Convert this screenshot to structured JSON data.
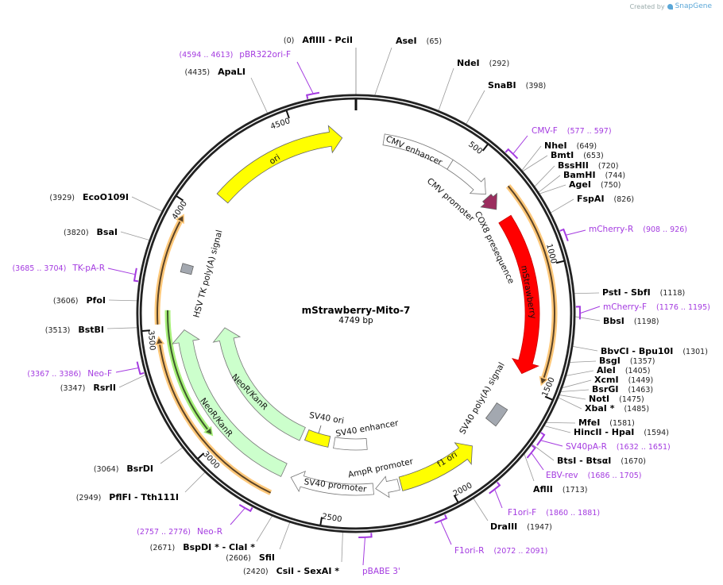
{
  "plasmid": {
    "name": "mStrawberry-Mito-7",
    "length_label": "4749 bp",
    "length": 4749
  },
  "watermark": {
    "prefix": "Created by",
    "brand": "SnapGene",
    "icon": "snapgene-logo-icon"
  },
  "ticks": [
    {
      "pos": 500,
      "label": "500"
    },
    {
      "pos": 1000,
      "label": "1000"
    },
    {
      "pos": 1500,
      "label": "1500"
    },
    {
      "pos": 2000,
      "label": "2000"
    },
    {
      "pos": 2500,
      "label": "2500"
    },
    {
      "pos": 3000,
      "label": "3000"
    },
    {
      "pos": 3500,
      "label": "3500"
    },
    {
      "pos": 4000,
      "label": "4000"
    },
    {
      "pos": 4500,
      "label": "4500"
    }
  ],
  "features": [
    {
      "name": "CMV enhancer",
      "start": 120,
      "end": 426,
      "direction": "none",
      "color": "#ffffff"
    },
    {
      "name": "CMV promoter",
      "start": 426,
      "end": 625,
      "direction": "forward",
      "color": "#ffffff"
    },
    {
      "name": "COX8 presequence",
      "start": 640,
      "end": 705,
      "direction": "forward",
      "color": "#9b2d5e"
    },
    {
      "name": "mStrawberry",
      "start": 760,
      "end": 1450,
      "direction": "forward",
      "color": "#ff0000"
    },
    {
      "name": "SV40 poly(A) signal",
      "start": 1615,
      "end": 1700,
      "direction": "none",
      "color": "#a3a8b0"
    },
    {
      "name": "f1 ori",
      "start": 1830,
      "end": 2180,
      "direction": "reverse",
      "color": "#ffff00"
    },
    {
      "name": "AmpR promoter",
      "start": 2190,
      "end": 2290,
      "direction": "forward",
      "color": "#ffffff"
    },
    {
      "name": "SV40 promoter",
      "start": 2300,
      "end": 2660,
      "direction": "forward",
      "color": "#ffffff"
    },
    {
      "name": "SV40 enhancer",
      "start": 2312,
      "end": 2500,
      "direction": "none",
      "color": "#ffffff"
    },
    {
      "name": "SV40 ori",
      "start": 2530,
      "end": 2665,
      "direction": "none",
      "color": "#ffff00"
    },
    {
      "name": "NeoR/KanR",
      "start": 2700,
      "end": 3490,
      "direction": "forward",
      "color": "#ccffcc"
    },
    {
      "name": "NeoR/KanR",
      "start": 2690,
      "end": 3480,
      "direction": "forward",
      "color": "#ccffcc"
    },
    {
      "name": "HSV TK poly(A) signal",
      "start": 3738,
      "end": 3775,
      "direction": "none",
      "color": "#a3a8b0"
    },
    {
      "name": "ori",
      "start": 4100,
      "end": 4690,
      "direction": "forward",
      "color": "#ffff00"
    }
  ],
  "orfs": [
    {
      "start": 660,
      "end": 1465,
      "direction": "forward",
      "color": "#ffc87a"
    },
    {
      "start": 2710,
      "end": 3472,
      "direction": "forward",
      "color": "#ffc87a"
    },
    {
      "start": 3520,
      "end": 3955,
      "direction": "forward",
      "color": "#ffc87a"
    },
    {
      "start": 3030,
      "end": 3575,
      "direction": "reverse",
      "color": "#a8f07a"
    }
  ],
  "sites": [
    {
      "label": "AflIII  - PciI",
      "pos": 0,
      "pos_label": "(0)"
    },
    {
      "label": "AseI",
      "pos": 65,
      "pos_label": "(65)"
    },
    {
      "label": "NdeI",
      "pos": 292,
      "pos_label": "(292)"
    },
    {
      "label": "SnaBI",
      "pos": 398,
      "pos_label": "(398)"
    },
    {
      "label": "NheI",
      "pos": 649,
      "pos_label": "(649)"
    },
    {
      "label": "BmtI",
      "pos": 653,
      "pos_label": "(653)"
    },
    {
      "label": "BssHII",
      "pos": 720,
      "pos_label": "(720)"
    },
    {
      "label": "BamHI",
      "pos": 744,
      "pos_label": "(744)"
    },
    {
      "label": "AgeI",
      "pos": 750,
      "pos_label": "(750)"
    },
    {
      "label": "FspAI",
      "pos": 826,
      "pos_label": "(826)"
    },
    {
      "label": "PstI  - SbfI",
      "pos": 1118,
      "pos_label": "(1118)"
    },
    {
      "label": "BbsI",
      "pos": 1198,
      "pos_label": "(1198)"
    },
    {
      "label": "BbvCI  - Bpu10I",
      "pos": 1301,
      "pos_label": "(1301)"
    },
    {
      "label": "BsgI",
      "pos": 1357,
      "pos_label": "(1357)"
    },
    {
      "label": "AleI",
      "pos": 1405,
      "pos_label": "(1405)"
    },
    {
      "label": "XcmI",
      "pos": 1449,
      "pos_label": "(1449)"
    },
    {
      "label": "BsrGI",
      "pos": 1463,
      "pos_label": "(1463)"
    },
    {
      "label": "NotI",
      "pos": 1475,
      "pos_label": "(1475)"
    },
    {
      "label": "XbaI *",
      "pos": 1485,
      "pos_label": "(1485)"
    },
    {
      "label": "MfeI",
      "pos": 1581,
      "pos_label": "(1581)"
    },
    {
      "label": "HincII  - HpaI",
      "pos": 1594,
      "pos_label": "(1594)"
    },
    {
      "label": "BtsI  - BtsαI",
      "pos": 1670,
      "pos_label": "(1670)"
    },
    {
      "label": "AflII",
      "pos": 1713,
      "pos_label": "(1713)"
    },
    {
      "label": "DraIII",
      "pos": 1947,
      "pos_label": "(1947)"
    },
    {
      "label": "CsiI  - SexAI *",
      "pos": 2420,
      "pos_label": "(2420)"
    },
    {
      "label": "SfiI",
      "pos": 2606,
      "pos_label": "(2606)"
    },
    {
      "label": "BspDI *  - ClaI *",
      "pos": 2671,
      "pos_label": "(2671)"
    },
    {
      "label": "PflFI  - Tth111I",
      "pos": 2949,
      "pos_label": "(2949)"
    },
    {
      "label": "BsrDI",
      "pos": 3064,
      "pos_label": "(3064)"
    },
    {
      "label": "RsrII",
      "pos": 3347,
      "pos_label": "(3347)"
    },
    {
      "label": "BstBI",
      "pos": 3513,
      "pos_label": "(3513)"
    },
    {
      "label": "PfoI",
      "pos": 3606,
      "pos_label": "(3606)"
    },
    {
      "label": "BsaI",
      "pos": 3820,
      "pos_label": "(3820)"
    },
    {
      "label": "EcoO109I",
      "pos": 3929,
      "pos_label": "(3929)"
    },
    {
      "label": "ApaLI",
      "pos": 4435,
      "pos_label": "(4435)"
    }
  ],
  "primers": [
    {
      "name": "CMV-F",
      "start": 577,
      "end": 597,
      "range_label": "(577 .. 597)"
    },
    {
      "name": "mCherry-R",
      "start": 908,
      "end": 926,
      "range_label": "(908 .. 926)"
    },
    {
      "name": "mCherry-F",
      "start": 1176,
      "end": 1195,
      "range_label": "(1176 .. 1195)"
    },
    {
      "name": "SV40pA-R",
      "start": 1632,
      "end": 1651,
      "range_label": "(1632 .. 1651)"
    },
    {
      "name": "EBV-rev",
      "start": 1686,
      "end": 1705,
      "range_label": "(1686 .. 1705)"
    },
    {
      "name": "F1ori-F",
      "start": 1860,
      "end": 1881,
      "range_label": "(1860 .. 1881)"
    },
    {
      "name": "F1ori-R",
      "start": 2072,
      "end": 2091,
      "range_label": "(2072 .. 2091)"
    },
    {
      "name": "pBABE 3'",
      "start": 2334,
      "end": 2354,
      "range_label": ""
    },
    {
      "name": "Neo-R",
      "start": 2757,
      "end": 2776,
      "range_label": "(2757 .. 2776)"
    },
    {
      "name": "Neo-F",
      "start": 3367,
      "end": 3386,
      "range_label": "(3367 .. 3386)"
    },
    {
      "name": "TK-pA-R",
      "start": 3685,
      "end": 3704,
      "range_label": "(3685 .. 3704)"
    },
    {
      "name": "pBR322ori-F",
      "start": 4594,
      "end": 4613,
      "range_label": "(4594 .. 4613)"
    }
  ],
  "colors": {
    "backbone": "#222222",
    "primer": "#a43be0",
    "site_line": "#999999",
    "orf_line": "#5a4326"
  }
}
